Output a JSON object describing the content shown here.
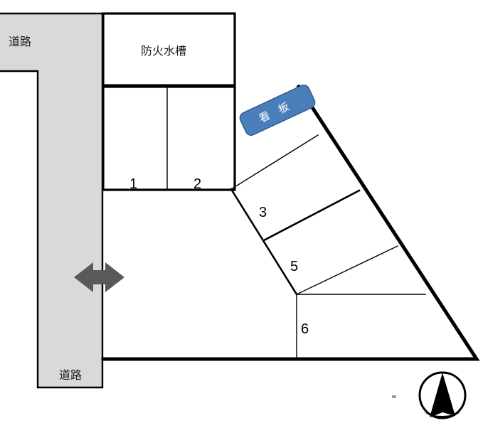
{
  "diagram": {
    "title": "parking-lot-site-plan",
    "colors": {
      "road_fill": "#d9d9d9",
      "outline": "#000000",
      "sign_fill": "#4a7ebb",
      "sign_border": "#37618f",
      "sign_text": "#ffffff",
      "arrow": "#595959",
      "background": "#ffffff"
    }
  },
  "roads": {
    "top_label": "道路",
    "bottom_label": "道路"
  },
  "structures": {
    "cistern_label": "防火水槽"
  },
  "signboard": {
    "label": "看 板",
    "rotation_deg": -25
  },
  "stalls": [
    {
      "id": "stall-1",
      "number": "1"
    },
    {
      "id": "stall-2",
      "number": "2"
    },
    {
      "id": "stall-3",
      "number": "3"
    },
    {
      "id": "stall-5",
      "number": "5"
    },
    {
      "id": "stall-6",
      "number": "6"
    }
  ],
  "access_arrow": {
    "name": "double-headed-arrow",
    "direction": "horizontal-both"
  },
  "compass": {
    "name": "north-arrow",
    "points_to": "up"
  }
}
